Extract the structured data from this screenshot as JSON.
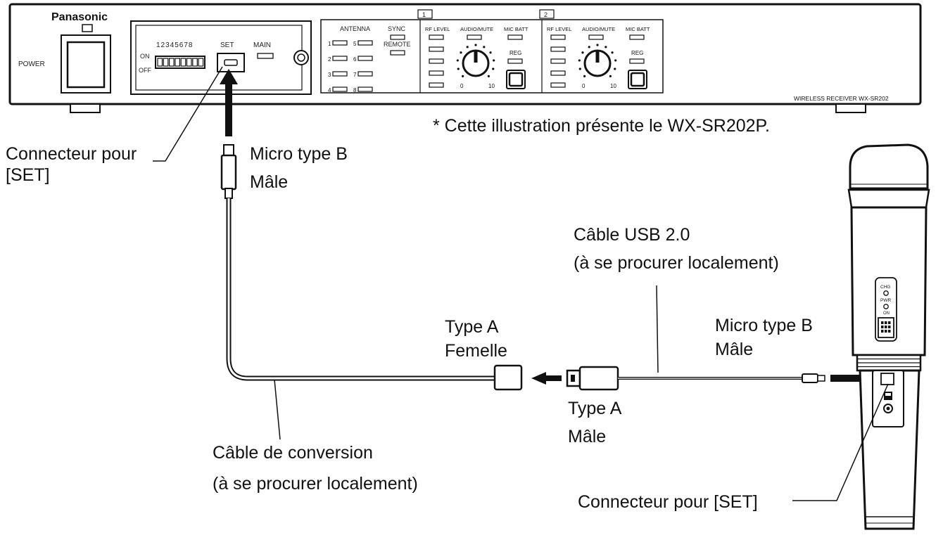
{
  "receiver": {
    "brand": "Panasonic",
    "power": "POWER",
    "dip_numbers": "12345678",
    "dip_on": "ON",
    "dip_off": "OFF",
    "set": "SET",
    "main": "MAIN",
    "antenna": "ANTENNA",
    "antenna_nums": [
      "1",
      "2",
      "3",
      "4",
      "5",
      "6",
      "7",
      "8"
    ],
    "sync": "SYNC",
    "remote": "REMOTE",
    "ch1": "1",
    "ch2": "2",
    "rf_level": "RF LEVEL",
    "audio_mute": "AUDIO/MUTE",
    "mic_batt": "MIC BATT",
    "reg": "REG",
    "knob_min": "0",
    "knob_max": "10",
    "model_line": "WIRELESS RECEIVER   WX-SR202"
  },
  "note": "*  Cette illustration présente le WX-SR202P.",
  "labels": {
    "receiver_connector": [
      "Connecteur pour",
      "[SET]"
    ],
    "micro_b_top": [
      "Micro type B",
      "Mâle"
    ],
    "usb_cable": [
      "Câble USB 2.0",
      "(à se procurer localement)"
    ],
    "type_a_female": [
      "Type A",
      "Femelle"
    ],
    "micro_b_right": [
      "Micro type B",
      "Mâle"
    ],
    "type_a_male": [
      "Type A",
      "Mâle"
    ],
    "conversion_cable": [
      "Câble de conversion",
      "(à se procurer localement)"
    ],
    "mic_connector": "Connecteur pour [SET]"
  },
  "mic": {
    "chg": "CHG",
    "pwr": "PWR",
    "on": "ON"
  }
}
